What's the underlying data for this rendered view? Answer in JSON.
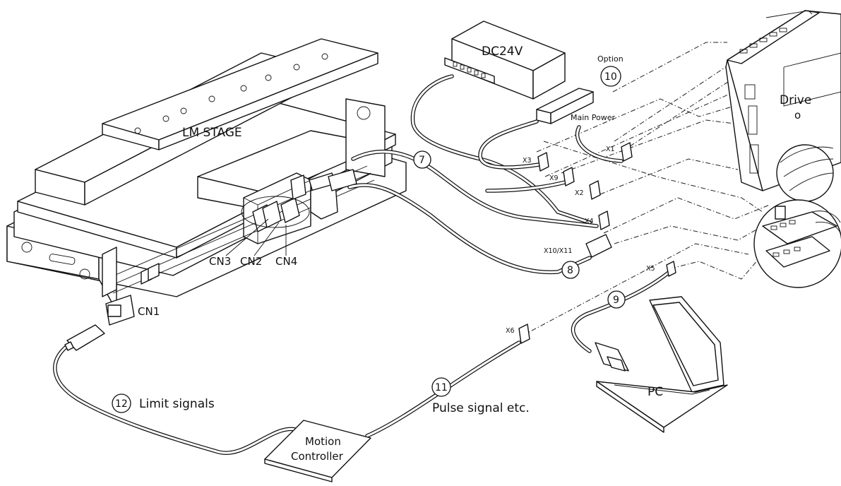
{
  "labels": {
    "lm_stage": "LM STAGE",
    "dc24v": "DC24V",
    "option": "Option",
    "main_power": "Main Power",
    "drive": "Drive",
    "drive_mark": "o",
    "pc": "PC",
    "limit_signals": "Limit signals",
    "pulse_signal": "Pulse signal etc.",
    "motion_controller_line1": "Motion",
    "motion_controller_line2": "Controller"
  },
  "connectors": {
    "cn1": "CN1",
    "cn2": "CN2",
    "cn3": "CN3",
    "cn4": "CN4",
    "x1": "X1",
    "x2": "X2",
    "x3": "X3",
    "x4": "X4",
    "x5": "X5",
    "x6": "X6",
    "x9": "X9",
    "x10_x11": "X10/X11"
  },
  "callouts": {
    "c7": "7",
    "c8": "8",
    "c9": "9",
    "c10": "10",
    "c11": "11",
    "c12": "12"
  }
}
